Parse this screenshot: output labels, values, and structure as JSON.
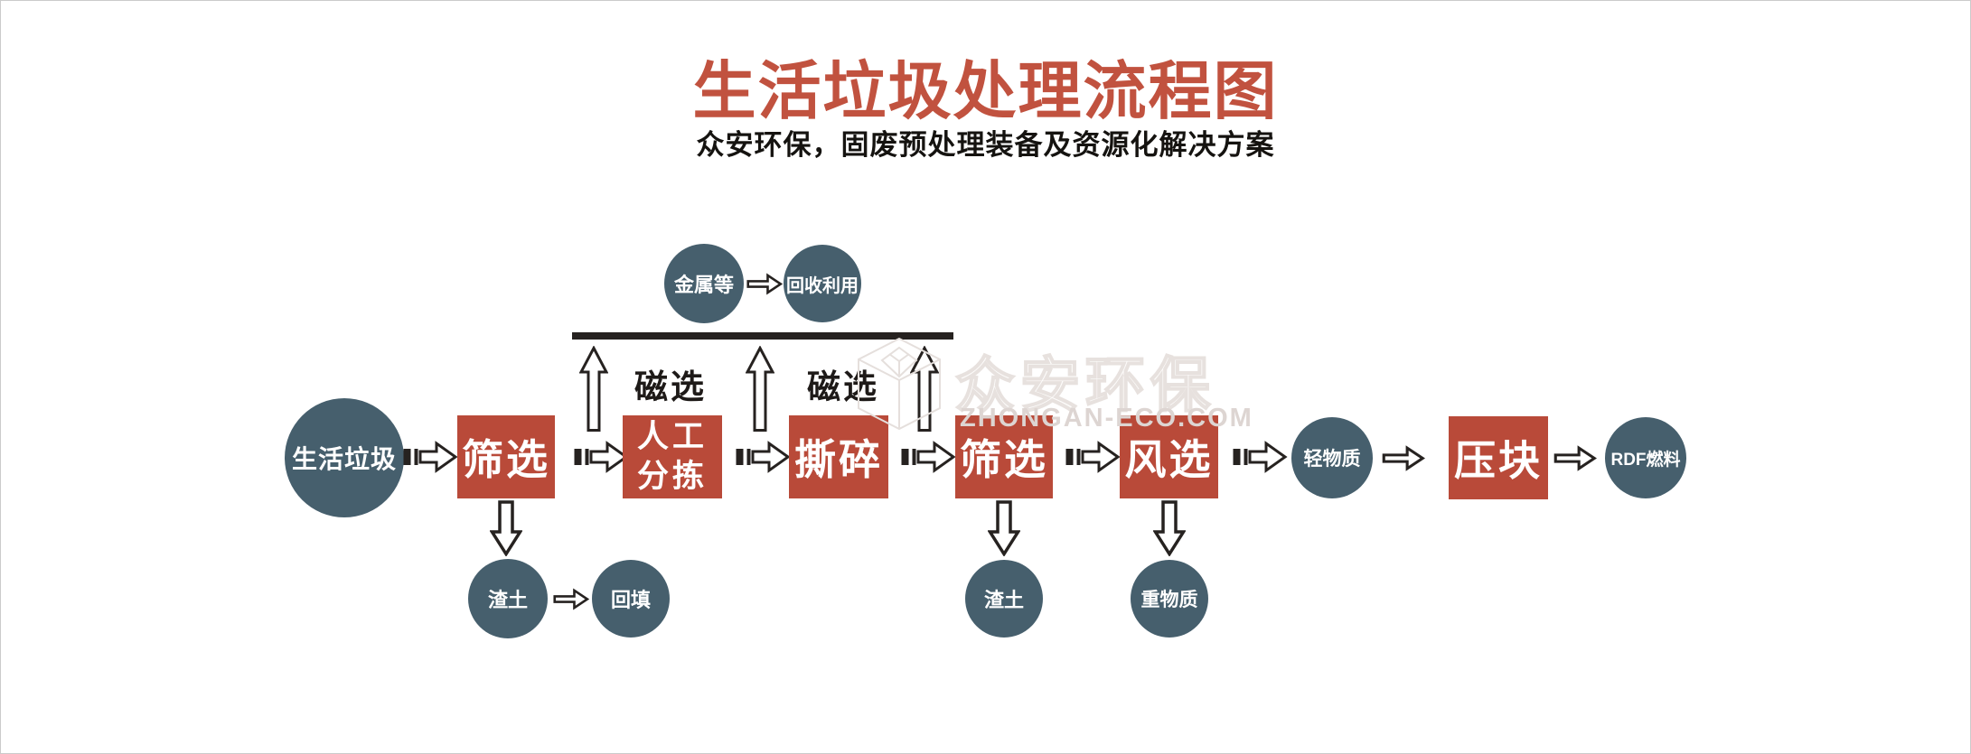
{
  "header": {
    "title": "生活垃圾处理流程图",
    "subtitle": "众安环保，固废预处理装备及资源化解决方案"
  },
  "colors": {
    "accent_red": "#b94a39",
    "title_red": "#c1523f",
    "node_slate": "#465f6d",
    "arrow_ink": "#262220",
    "watermark_gray": "#ddd5d2"
  },
  "flow": {
    "start": {
      "label": "生活垃圾"
    },
    "main_boxes": [
      {
        "id": "screening-1",
        "label": "筛选"
      },
      {
        "id": "manual-sorting",
        "line1": "人工",
        "line2": "分拣"
      },
      {
        "id": "shredding",
        "label": "撕碎"
      },
      {
        "id": "screening-2",
        "label": "筛选"
      },
      {
        "id": "air-separation",
        "label": "风选"
      },
      {
        "id": "briquetting",
        "label": "压块"
      }
    ],
    "magnetic_labels": [
      {
        "label": "磁选"
      },
      {
        "label": "磁选"
      }
    ],
    "top_branch": {
      "metal": "金属等",
      "recycle": "回收利用"
    },
    "bottom_branch": {
      "slag1": "渣土",
      "backfill": "回填",
      "slag2": "渣土",
      "heavy": "重物质"
    },
    "right_branch": {
      "light": "轻物质",
      "rdf": "RDF燃料"
    }
  },
  "watermark": {
    "cn": "众安环保",
    "en": "ZHONGAN-ECO.COM"
  }
}
